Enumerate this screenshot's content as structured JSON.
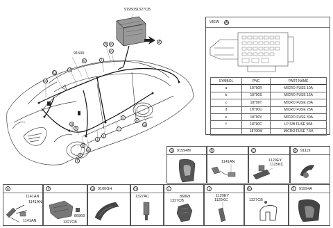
{
  "main": {
    "part_labels": {
      "p91950s": "91950S",
      "p1327cb_top": "1327CB",
      "p91500": "91500"
    },
    "callouts": [
      "a",
      "b",
      "c",
      "d",
      "e",
      "f",
      "g",
      "h",
      "i",
      "j",
      "k",
      "l"
    ]
  },
  "view": {
    "title": "VIEW",
    "marker": "A",
    "table": {
      "headers": [
        "SYMBOL",
        "PNC",
        "PART NAME"
      ],
      "rows": [
        {
          "symbol": "a",
          "pnc": "18790R",
          "name": "MICRO FUSE 10A"
        },
        {
          "symbol": "b",
          "pnc": "18790S",
          "name": "MICRO FUSE 15A"
        },
        {
          "symbol": "c",
          "pnc": "18790T",
          "name": "MICRO FUSE 20A"
        },
        {
          "symbol": "d",
          "pnc": "18790U",
          "name": "MICRO FUSE 25A"
        },
        {
          "symbol": "e",
          "pnc": "18790V",
          "name": "MICRO FUSE 30A"
        },
        {
          "symbol": "f",
          "pnc": "18790C",
          "name": "LP S/B FUSE 50A"
        },
        {
          "symbol": "",
          "pnc": "18790W",
          "name": "MICRO FUSE 7.5A"
        }
      ]
    }
  },
  "panels_row1": {
    "a": {
      "letter": "a",
      "part": "91594M"
    },
    "b": {
      "letter": "b",
      "part": "",
      "labels": [
        "1141AN"
      ]
    },
    "c": {
      "letter": "c",
      "part": "",
      "labels": [
        "1129EY",
        "1125KC"
      ]
    },
    "d": {
      "letter": "d",
      "part": "91119"
    }
  },
  "panels_row2": {
    "e": {
      "letter": "e",
      "labels": [
        "1141AN",
        "1141AN",
        "1141AN"
      ]
    },
    "f": {
      "letter": "f",
      "labels": [
        "86869",
        "1327CB"
      ]
    },
    "g": {
      "letter": "g",
      "part": "9100GH"
    },
    "h": {
      "letter": "h",
      "labels": [
        "1327AC"
      ]
    },
    "i": {
      "letter": "i",
      "labels": [
        "86869",
        "1327CB"
      ]
    },
    "j": {
      "letter": "j",
      "labels": [
        "1129EY",
        "1125KC"
      ]
    },
    "k": {
      "letter": "k",
      "labels": [
        "1327CB"
      ]
    },
    "l": {
      "letter": "l",
      "part": "91594A"
    }
  }
}
